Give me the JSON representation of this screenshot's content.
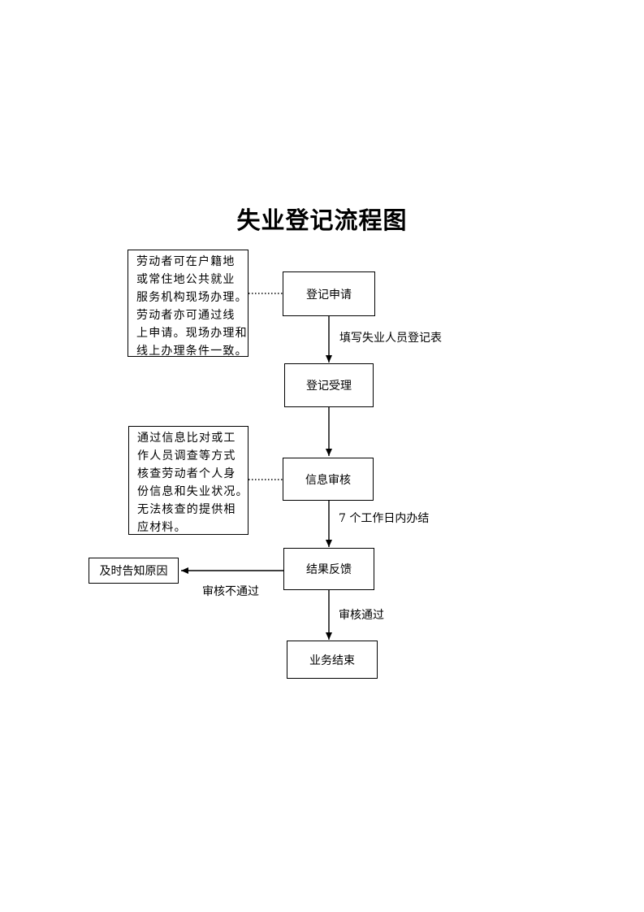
{
  "title": "失业登记流程图",
  "nodes": {
    "apply": "登记申请",
    "accept": "登记受理",
    "review": "信息审核",
    "feedback": "结果反馈",
    "end": "业务结束",
    "notify": "及时告知原因"
  },
  "notes": {
    "apply_note": [
      "劳动者可在户籍地",
      "或常住地公共就业",
      "服务机构现场办理。",
      "劳动者亦可通过线",
      "上申请。现场办理和",
      "线上办理条件一致。"
    ],
    "review_note": [
      "通过信息比对或工",
      "作人员调查等方式",
      "核查劳动者个人身",
      "份信息和失业状况。",
      "无法核查的提供相",
      "应材料。"
    ]
  },
  "edge_labels": {
    "apply_to_accept": "填写失业人员登记表",
    "review_to_feedback": "7 个工作日内办结",
    "feedback_to_notify": "审核不通过",
    "feedback_to_end": "审核通过"
  }
}
